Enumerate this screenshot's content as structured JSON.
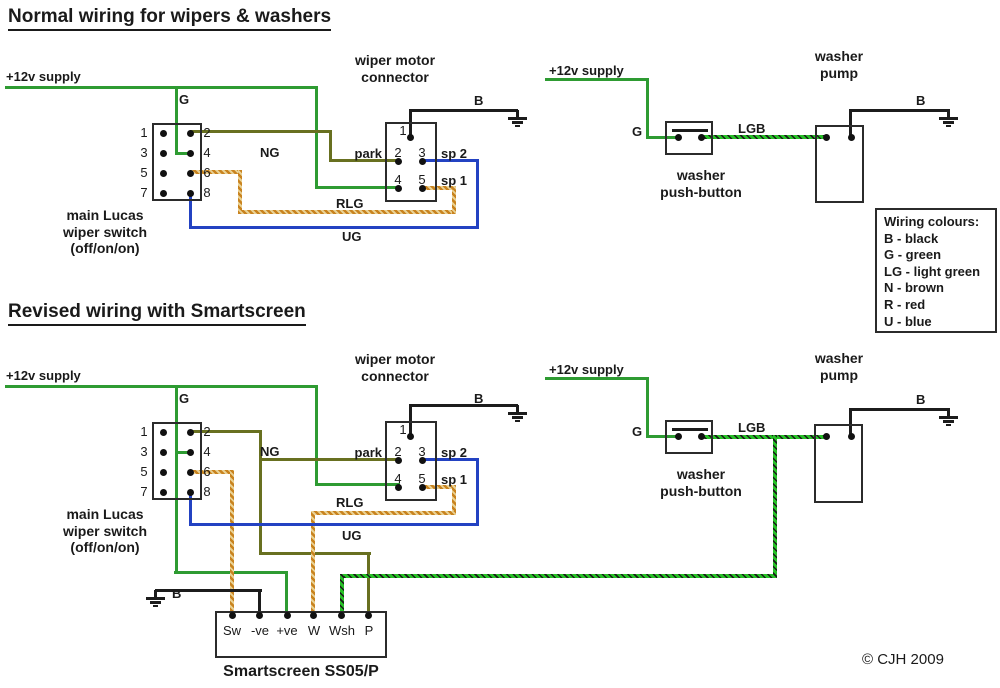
{
  "headings": {
    "normal": "Normal wiring for wipers & washers",
    "revised": "Revised wiring with Smartscreen"
  },
  "labels": {
    "supply": "+12v supply",
    "g": "G",
    "b": "B",
    "ng": "NG",
    "rlg": "RLG",
    "ug": "UG",
    "lgb": "LGB",
    "park": "park",
    "sp1": "sp 1",
    "sp2": "sp 2"
  },
  "lucas_switch": {
    "pins_left": [
      "1",
      "3",
      "5",
      "7"
    ],
    "pins_right": [
      "2",
      "4",
      "6",
      "8"
    ],
    "caption": [
      "main Lucas",
      "wiper switch",
      "(off/on/on)"
    ]
  },
  "motor_connector": {
    "caption": [
      "wiper motor",
      "connector"
    ],
    "pins": [
      "1",
      "2",
      "3",
      "4",
      "5"
    ]
  },
  "washer_button": {
    "caption": [
      "washer",
      "push-button"
    ]
  },
  "washer_pump": {
    "caption": [
      "washer",
      "pump"
    ]
  },
  "smartscreen": {
    "terminals": [
      "Sw",
      "-ve",
      "+ve",
      "W",
      "Wsh",
      "P"
    ],
    "caption": "Smartscreen SS05/P"
  },
  "legend": {
    "title": "Wiring colours:",
    "entries": [
      "B - black",
      "G - green",
      "LG - light green",
      "N - brown",
      "R - red",
      "U - blue"
    ]
  },
  "copyright": "© CJH 2009",
  "wire_colors": {
    "green": "#2e9b32",
    "brown_green_NG": "#687020",
    "blue_UG": "#2342c2",
    "red_lightgreen_RLG": "#c9831f",
    "lightgreen_black_LGB": "#27c127",
    "black_B": "#1c1c1c"
  }
}
